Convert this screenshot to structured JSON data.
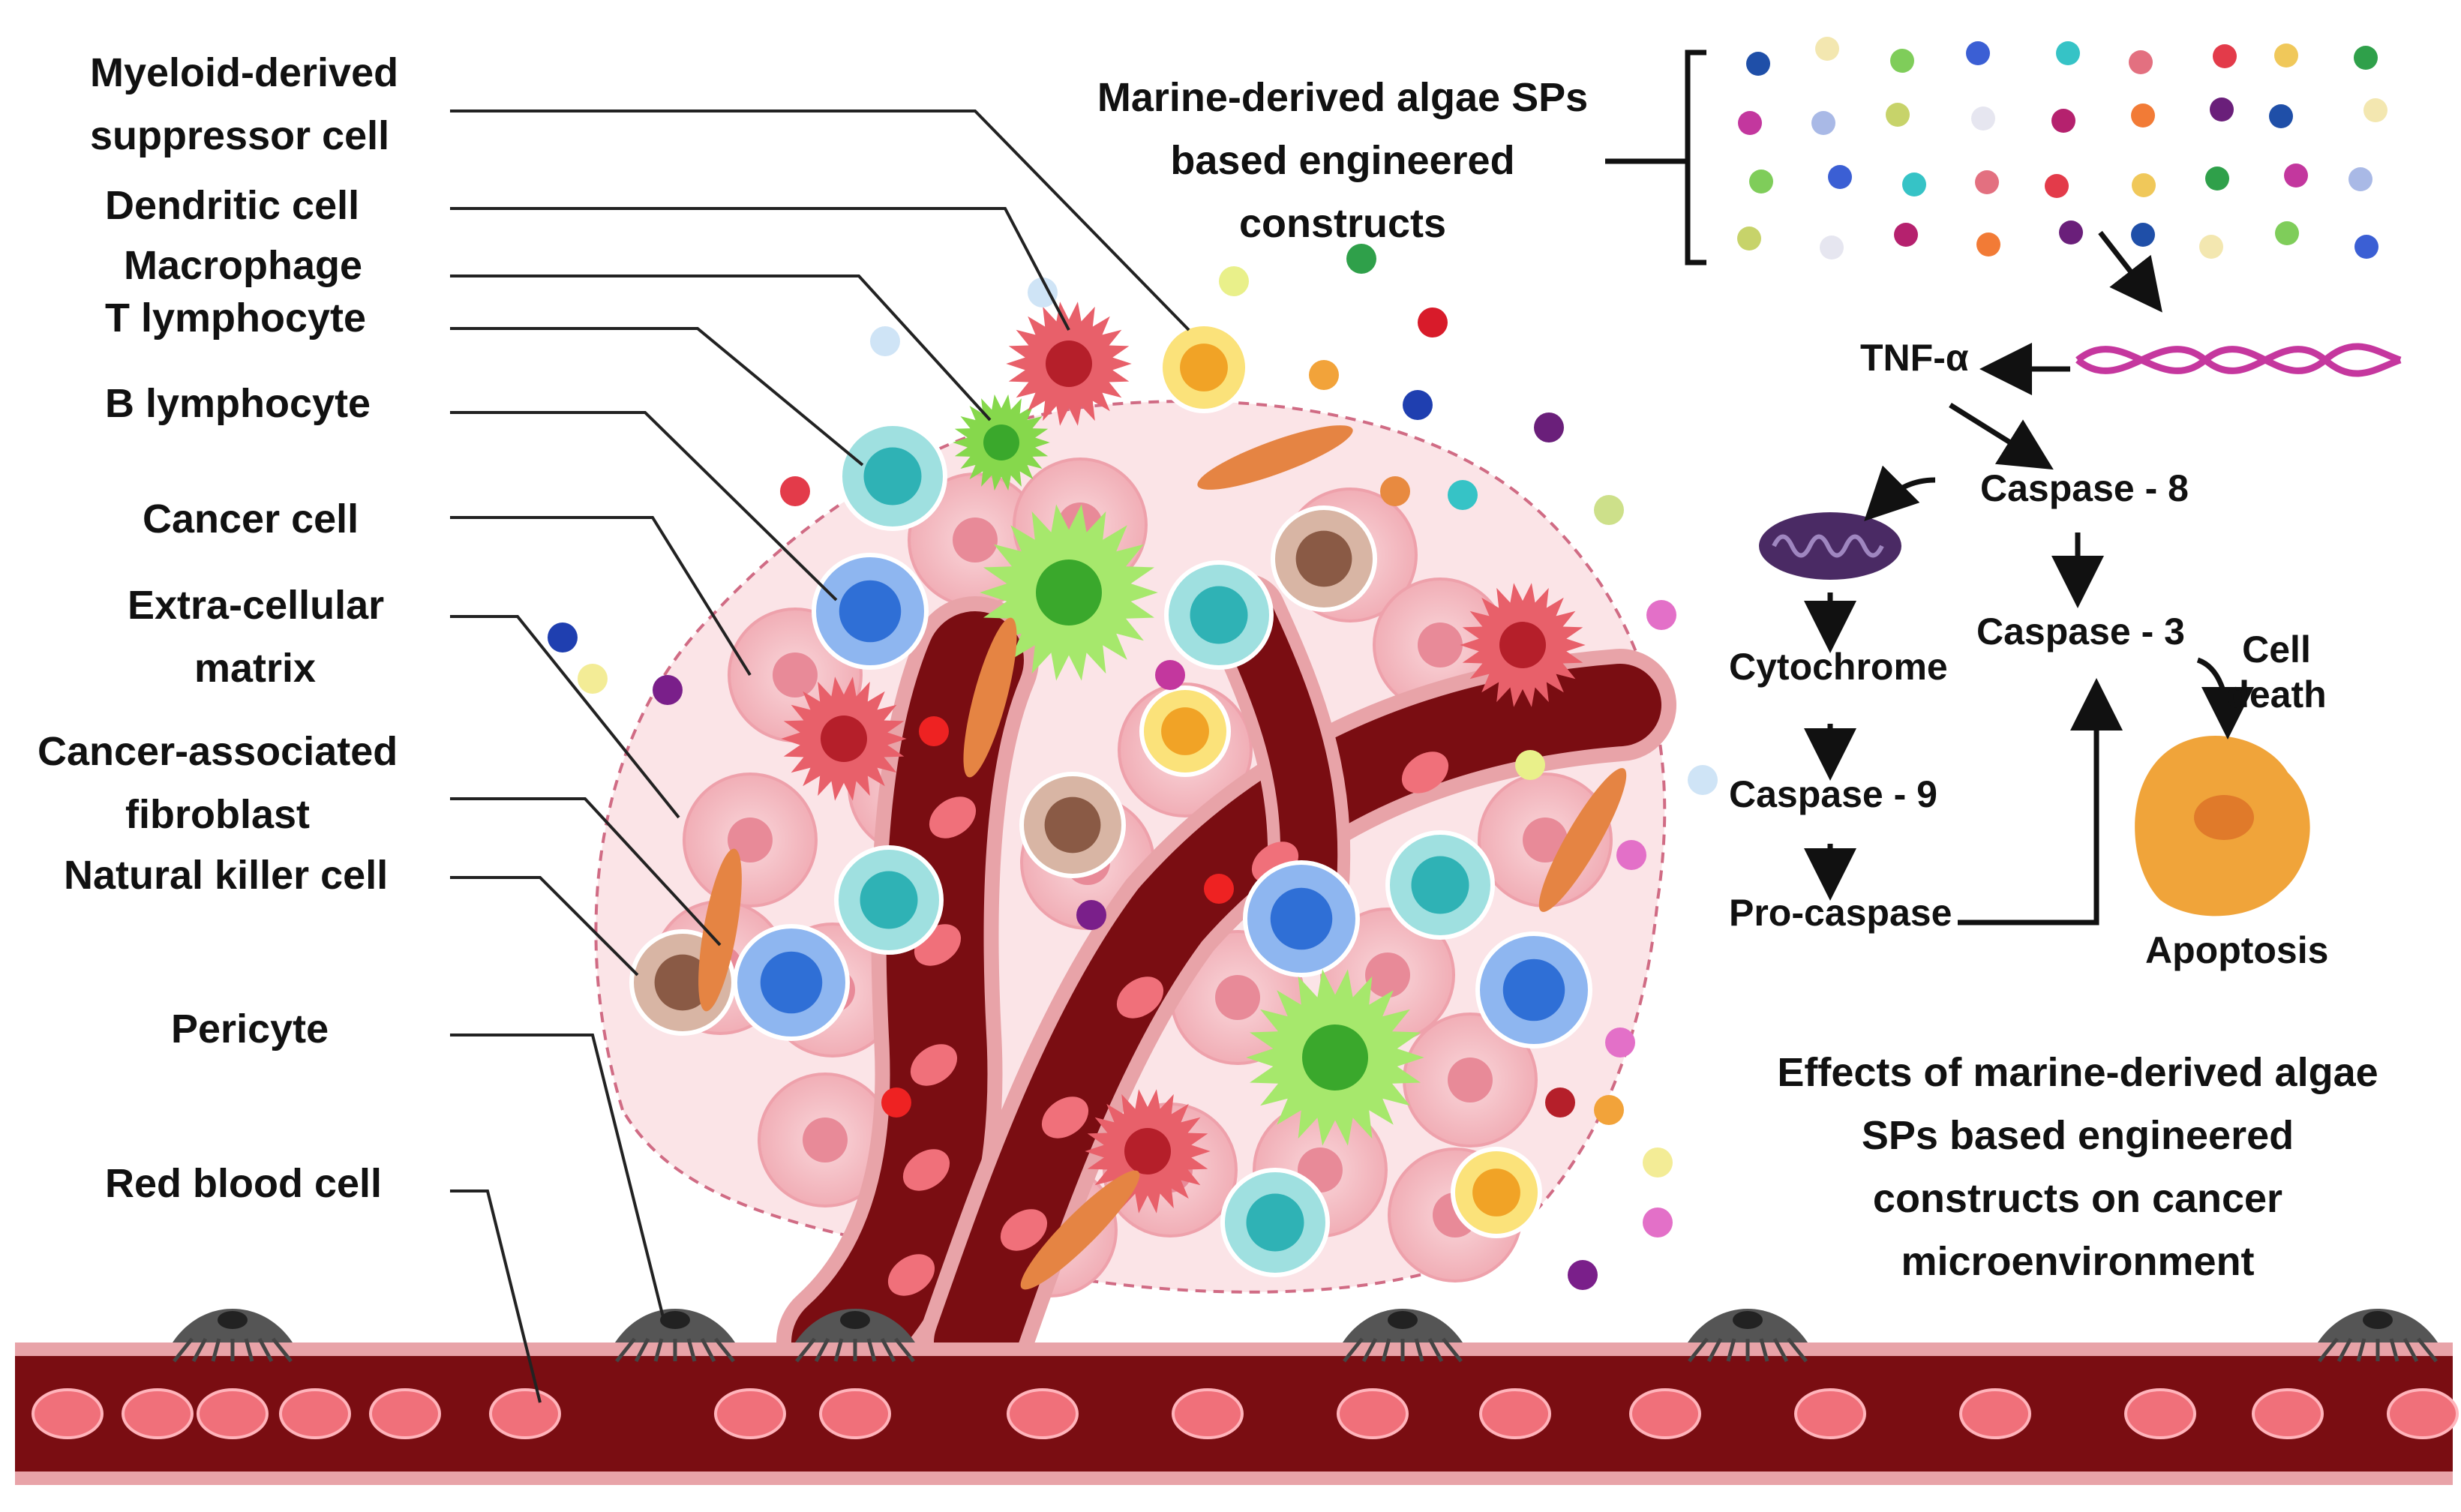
{
  "cell_labels": [
    {
      "key": "mdsc",
      "lines": [
        "Myeloid-derived",
        "suppressor cell"
      ]
    },
    {
      "key": "dendritic",
      "lines": [
        "Dendritic cell"
      ]
    },
    {
      "key": "macrophage",
      "lines": [
        "Macrophage"
      ]
    },
    {
      "key": "t_lymphocyte",
      "lines": [
        "T lymphocyte"
      ]
    },
    {
      "key": "b_lymphocyte",
      "lines": [
        "B lymphocyte"
      ]
    },
    {
      "key": "cancer",
      "lines": [
        "Cancer cell"
      ]
    },
    {
      "key": "ecm",
      "lines": [
        "Extra-cellular",
        "matrix"
      ]
    },
    {
      "key": "caf",
      "lines": [
        "Cancer-associated",
        "fibroblast"
      ]
    },
    {
      "key": "nk",
      "lines": [
        "Natural killer cell"
      ]
    },
    {
      "key": "pericyte",
      "lines": [
        "Pericyte"
      ]
    },
    {
      "key": "rbc",
      "lines": [
        "Red blood cell"
      ]
    }
  ],
  "constructs_label": [
    "Marine-derived algae SPs",
    "based engineered",
    "constructs"
  ],
  "pathway": {
    "tnf": "TNF-α",
    "caspase8": "Caspase -  8",
    "cytochrome": "Cytochrome",
    "caspase9": "Caspase -  9",
    "procaspase": "Pro-caspase",
    "caspase3": "Caspase -  3",
    "cell_death": [
      "Cell",
      "death"
    ],
    "apoptosis": "Apoptosis"
  },
  "effects_caption": [
    "Effects of marine-derived algae",
    "SPs based engineered",
    "constructs on cancer",
    "microenvironment"
  ],
  "colors": {
    "vessel": "#7a0d12",
    "vessel_wall": "#e8a3a8",
    "rbc": "#f0707a",
    "ecm_pink": "#f6c2c8",
    "nk_red": "#d8303a",
    "b_blue": "#2f6fd6",
    "t_teal": "#2fb2b5",
    "macrophage_green": "#86d84c",
    "fibroblast_orange": "#e58443",
    "mdsc_yellow": "#f6c93a",
    "dna_magenta": "#c5379e",
    "mito_purple": "#4a2a64",
    "apoptosis_orange": "#f0a43a"
  }
}
